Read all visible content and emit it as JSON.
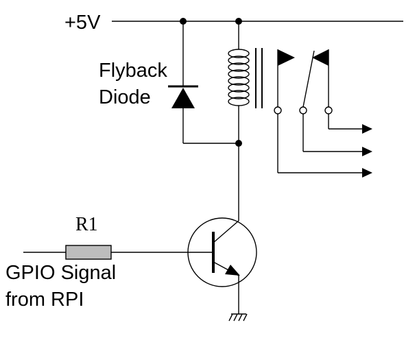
{
  "labels": {
    "supply": "+5V",
    "diode_line1": "Flyback",
    "diode_line2": "Diode",
    "resistor": "R1",
    "gpio_line1": "GPIO Signal",
    "gpio_line2": "from RPI"
  },
  "colors": {
    "ink": "#000000",
    "resistor_fill": "#bdbdbd",
    "background": "#ffffff"
  },
  "components": {
    "diode": "flyback-diode",
    "coil": "relay-coil",
    "switch": "relay-contacts",
    "resistor": "resistor",
    "transistor": "npn-transistor",
    "ground": "ground-symbol"
  }
}
